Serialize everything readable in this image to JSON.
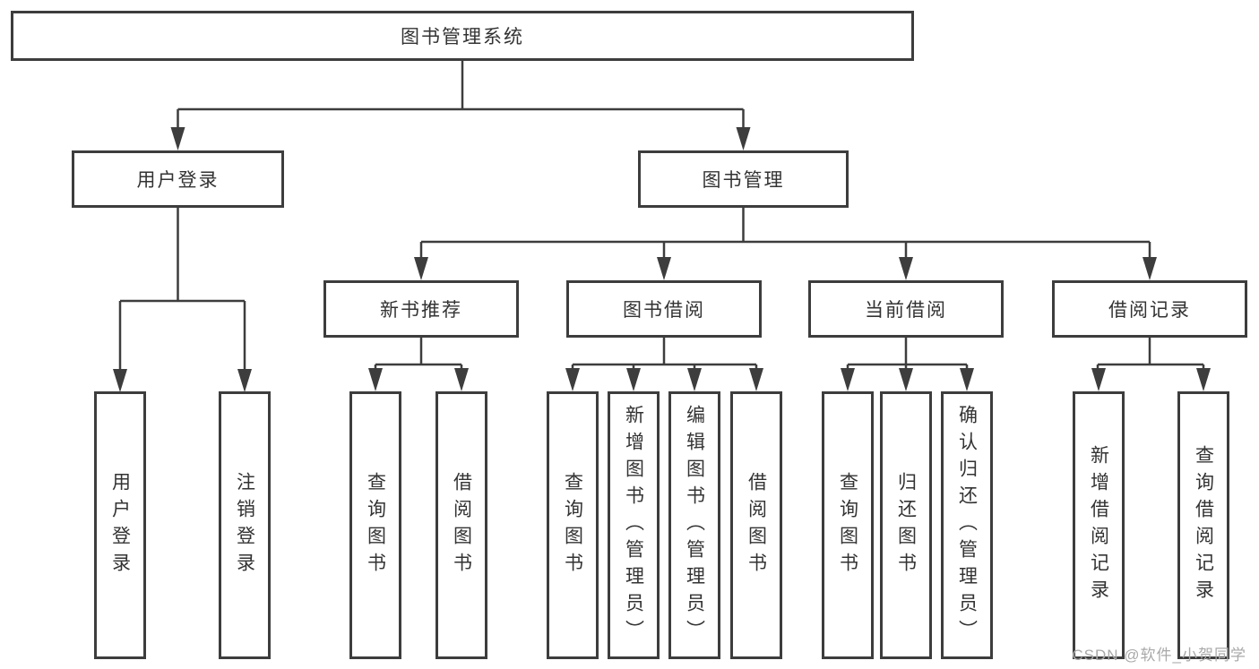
{
  "colors": {
    "line": "#3d3d3d",
    "border": "#3d3d3d",
    "text": "#333333",
    "watermark": "#a9a9a9",
    "background": "#ffffff"
  },
  "tree": {
    "label": "图书管理系统",
    "children": [
      {
        "label": "用户登录",
        "children": [
          {
            "label": "用户登录"
          },
          {
            "label": "注销登录"
          }
        ]
      },
      {
        "label": "图书管理",
        "children": [
          {
            "label": "新书推荐",
            "children": [
              {
                "label": "查询图书"
              },
              {
                "label": "借阅图书"
              }
            ]
          },
          {
            "label": "图书借阅",
            "children": [
              {
                "label": "查询图书"
              },
              {
                "label": "新增图书（管理员）"
              },
              {
                "label": "编辑图书（管理员）"
              },
              {
                "label": "借阅图书"
              }
            ]
          },
          {
            "label": "当前借阅",
            "children": [
              {
                "label": "查询图书"
              },
              {
                "label": "归还图书"
              },
              {
                "label": "确认归还（管理员）"
              }
            ]
          },
          {
            "label": "借阅记录",
            "children": [
              {
                "label": "新增借阅记录"
              },
              {
                "label": "查询借阅记录"
              }
            ]
          }
        ]
      }
    ]
  },
  "watermark": {
    "text": "CSDN @软件_小贺同学"
  }
}
